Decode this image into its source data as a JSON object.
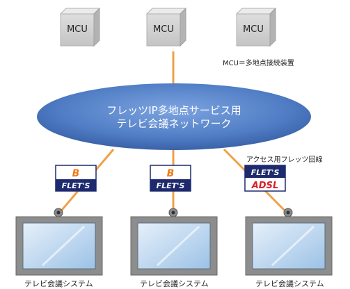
{
  "mcus": [
    {
      "label": "MCU"
    },
    {
      "label": "MCU"
    },
    {
      "label": "MCU"
    }
  ],
  "mcu_note": "MCU＝多地点接続装置",
  "network": {
    "line1": "フレッツIP多地点サービス用",
    "line2": "テレビ会議ネットワーク"
  },
  "access_note": "アクセス用フレッツ回線",
  "access_badges": [
    {
      "top": "B",
      "bottom": "FLET'S"
    },
    {
      "top": "B",
      "bottom": "FLET'S"
    },
    {
      "top": "FLET'S",
      "bottom": "ADSL"
    }
  ],
  "terminals": [
    {
      "label": "テレビ会議システム"
    },
    {
      "label": "テレビ会議システム"
    },
    {
      "label": "テレビ会議システム"
    }
  ],
  "colors": {
    "cloud": "#4f7cc4",
    "connector": "#f0a048",
    "cube": "#cfcfcf",
    "badge_navy": "#1d2a6e",
    "badge_orange": "#f07a1a",
    "badge_red": "#d8202a"
  }
}
